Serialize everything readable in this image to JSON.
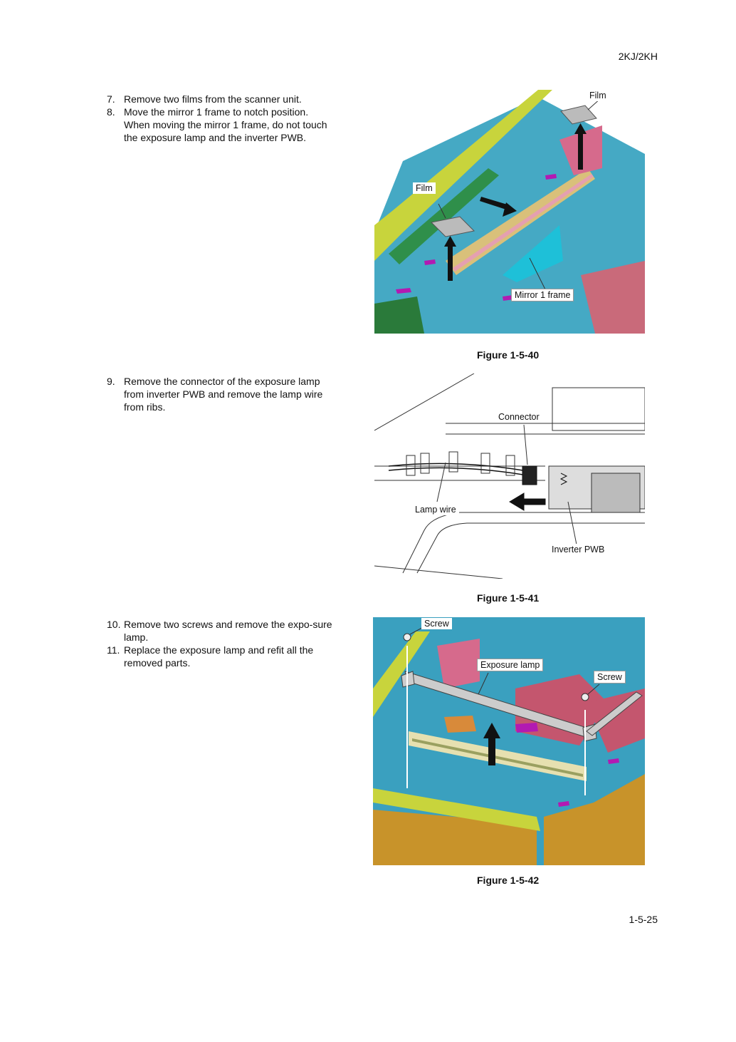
{
  "header": {
    "model": "2KJ/2KH"
  },
  "footer": {
    "page_number": "1-5-25"
  },
  "steps_a": [
    {
      "num": "7.",
      "text": "Remove two films from the scanner unit."
    },
    {
      "num": "8.",
      "text": "Move the mirror 1 frame to notch position. When moving the mirror 1 frame, do not touch the exposure lamp and the inverter PWB."
    }
  ],
  "steps_b": [
    {
      "num": "9.",
      "text": "Remove the connector of the exposure lamp from inverter PWB and remove the lamp wire from ribs."
    }
  ],
  "steps_c": [
    {
      "num": "10.",
      "text": "Remove two screws and remove the expo-sure lamp."
    },
    {
      "num": "11.",
      "text": "Replace the exposure lamp and refit all the removed parts."
    }
  ],
  "figures": {
    "fig40": {
      "caption": "Figure 1-5-40",
      "labels": {
        "film_top": "Film",
        "film_left": "Film",
        "mirror_frame": "Mirror 1 frame"
      }
    },
    "fig41": {
      "caption": "Figure 1-5-41",
      "labels": {
        "connector": "Connector",
        "lamp_wire": "Lamp wire",
        "inverter_pwb": "Inverter PWB"
      }
    },
    "fig42": {
      "caption": "Figure 1-5-42",
      "labels": {
        "screw_left": "Screw",
        "exposure_lamp": "Exposure lamp",
        "screw_right": "Screw"
      }
    }
  }
}
